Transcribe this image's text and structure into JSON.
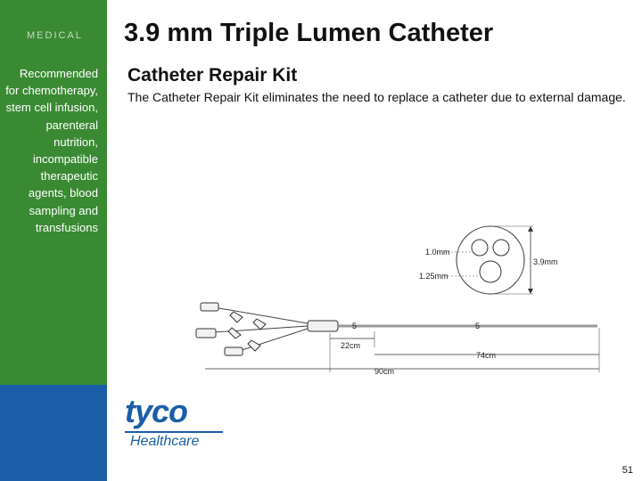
{
  "sidebar": {
    "brand": "MEDICAL",
    "note": "Recommended for chemotherapy, stem cell infusion, parenteral nutrition, incompatible therapeutic agents, blood sampling and transfusions"
  },
  "slide": {
    "title": "3.9 mm Triple Lumen Catheter",
    "subtitle": "Catheter Repair Kit",
    "body": "The Catheter Repair Kit eliminates the need to replace a catheter due to external damage."
  },
  "diagram": {
    "lumen_small": "1.0mm",
    "lumen_large": "1.25mm",
    "outer_diameter": "3.9mm",
    "length_extension": "22cm",
    "length_catheter": "74cm",
    "length_total": "90cm",
    "marker_a": "5",
    "marker_b": "5"
  },
  "logo": {
    "name": "tyco",
    "division": "Healthcare"
  },
  "page_number": "51"
}
